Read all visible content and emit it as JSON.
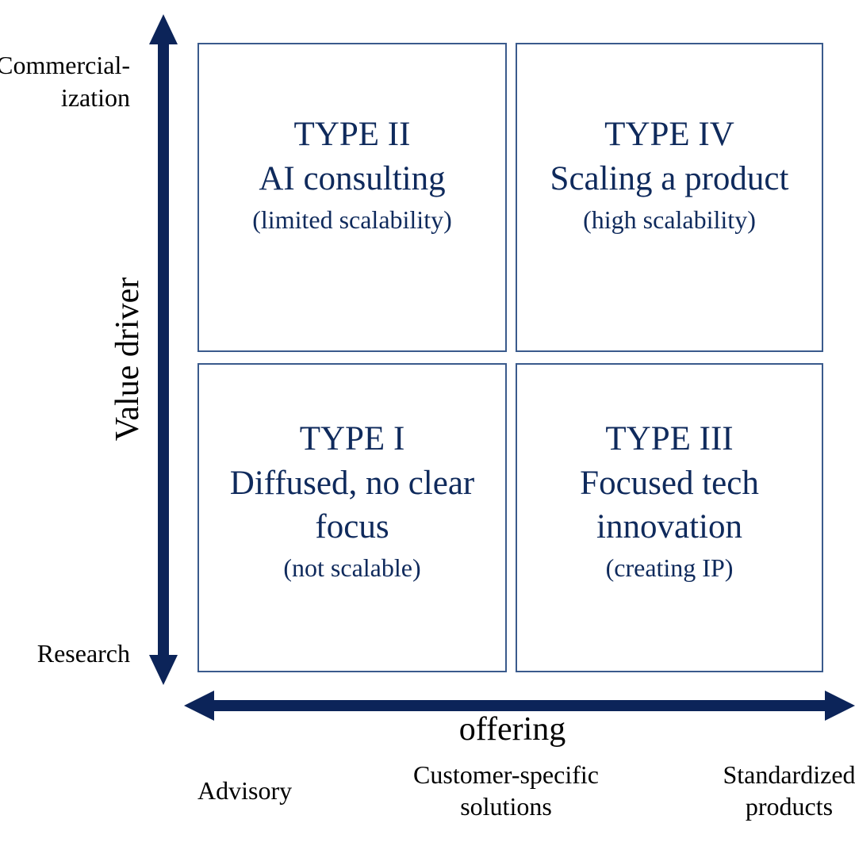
{
  "diagram": {
    "colors": {
      "axis": "#0c2459",
      "box_border": "#3a5a8c",
      "box_text": "#0f2a5c",
      "label_text": "#000000"
    },
    "y_axis": {
      "title": "Value driver",
      "top_label": "Commercial-\nization",
      "bottom_label": "Research"
    },
    "x_axis": {
      "title": "offering",
      "left_label": "Advisory",
      "middle_label": "Customer-specific\nsolutions",
      "right_label": "Standardized\nproducts"
    },
    "quadrants": {
      "type_ii": {
        "type": "TYPE II",
        "name": "AI consulting",
        "note": "(limited scalability)"
      },
      "type_iv": {
        "type": "TYPE IV",
        "name": "Scaling a product",
        "note": "(high scalability)"
      },
      "type_i": {
        "type": "TYPE I",
        "name": "Diffused, no clear\nfocus",
        "note": "(not scalable)"
      },
      "type_iii": {
        "type": "TYPE III",
        "name": "Focused tech\ninnovation",
        "note": "(creating IP)"
      }
    }
  }
}
